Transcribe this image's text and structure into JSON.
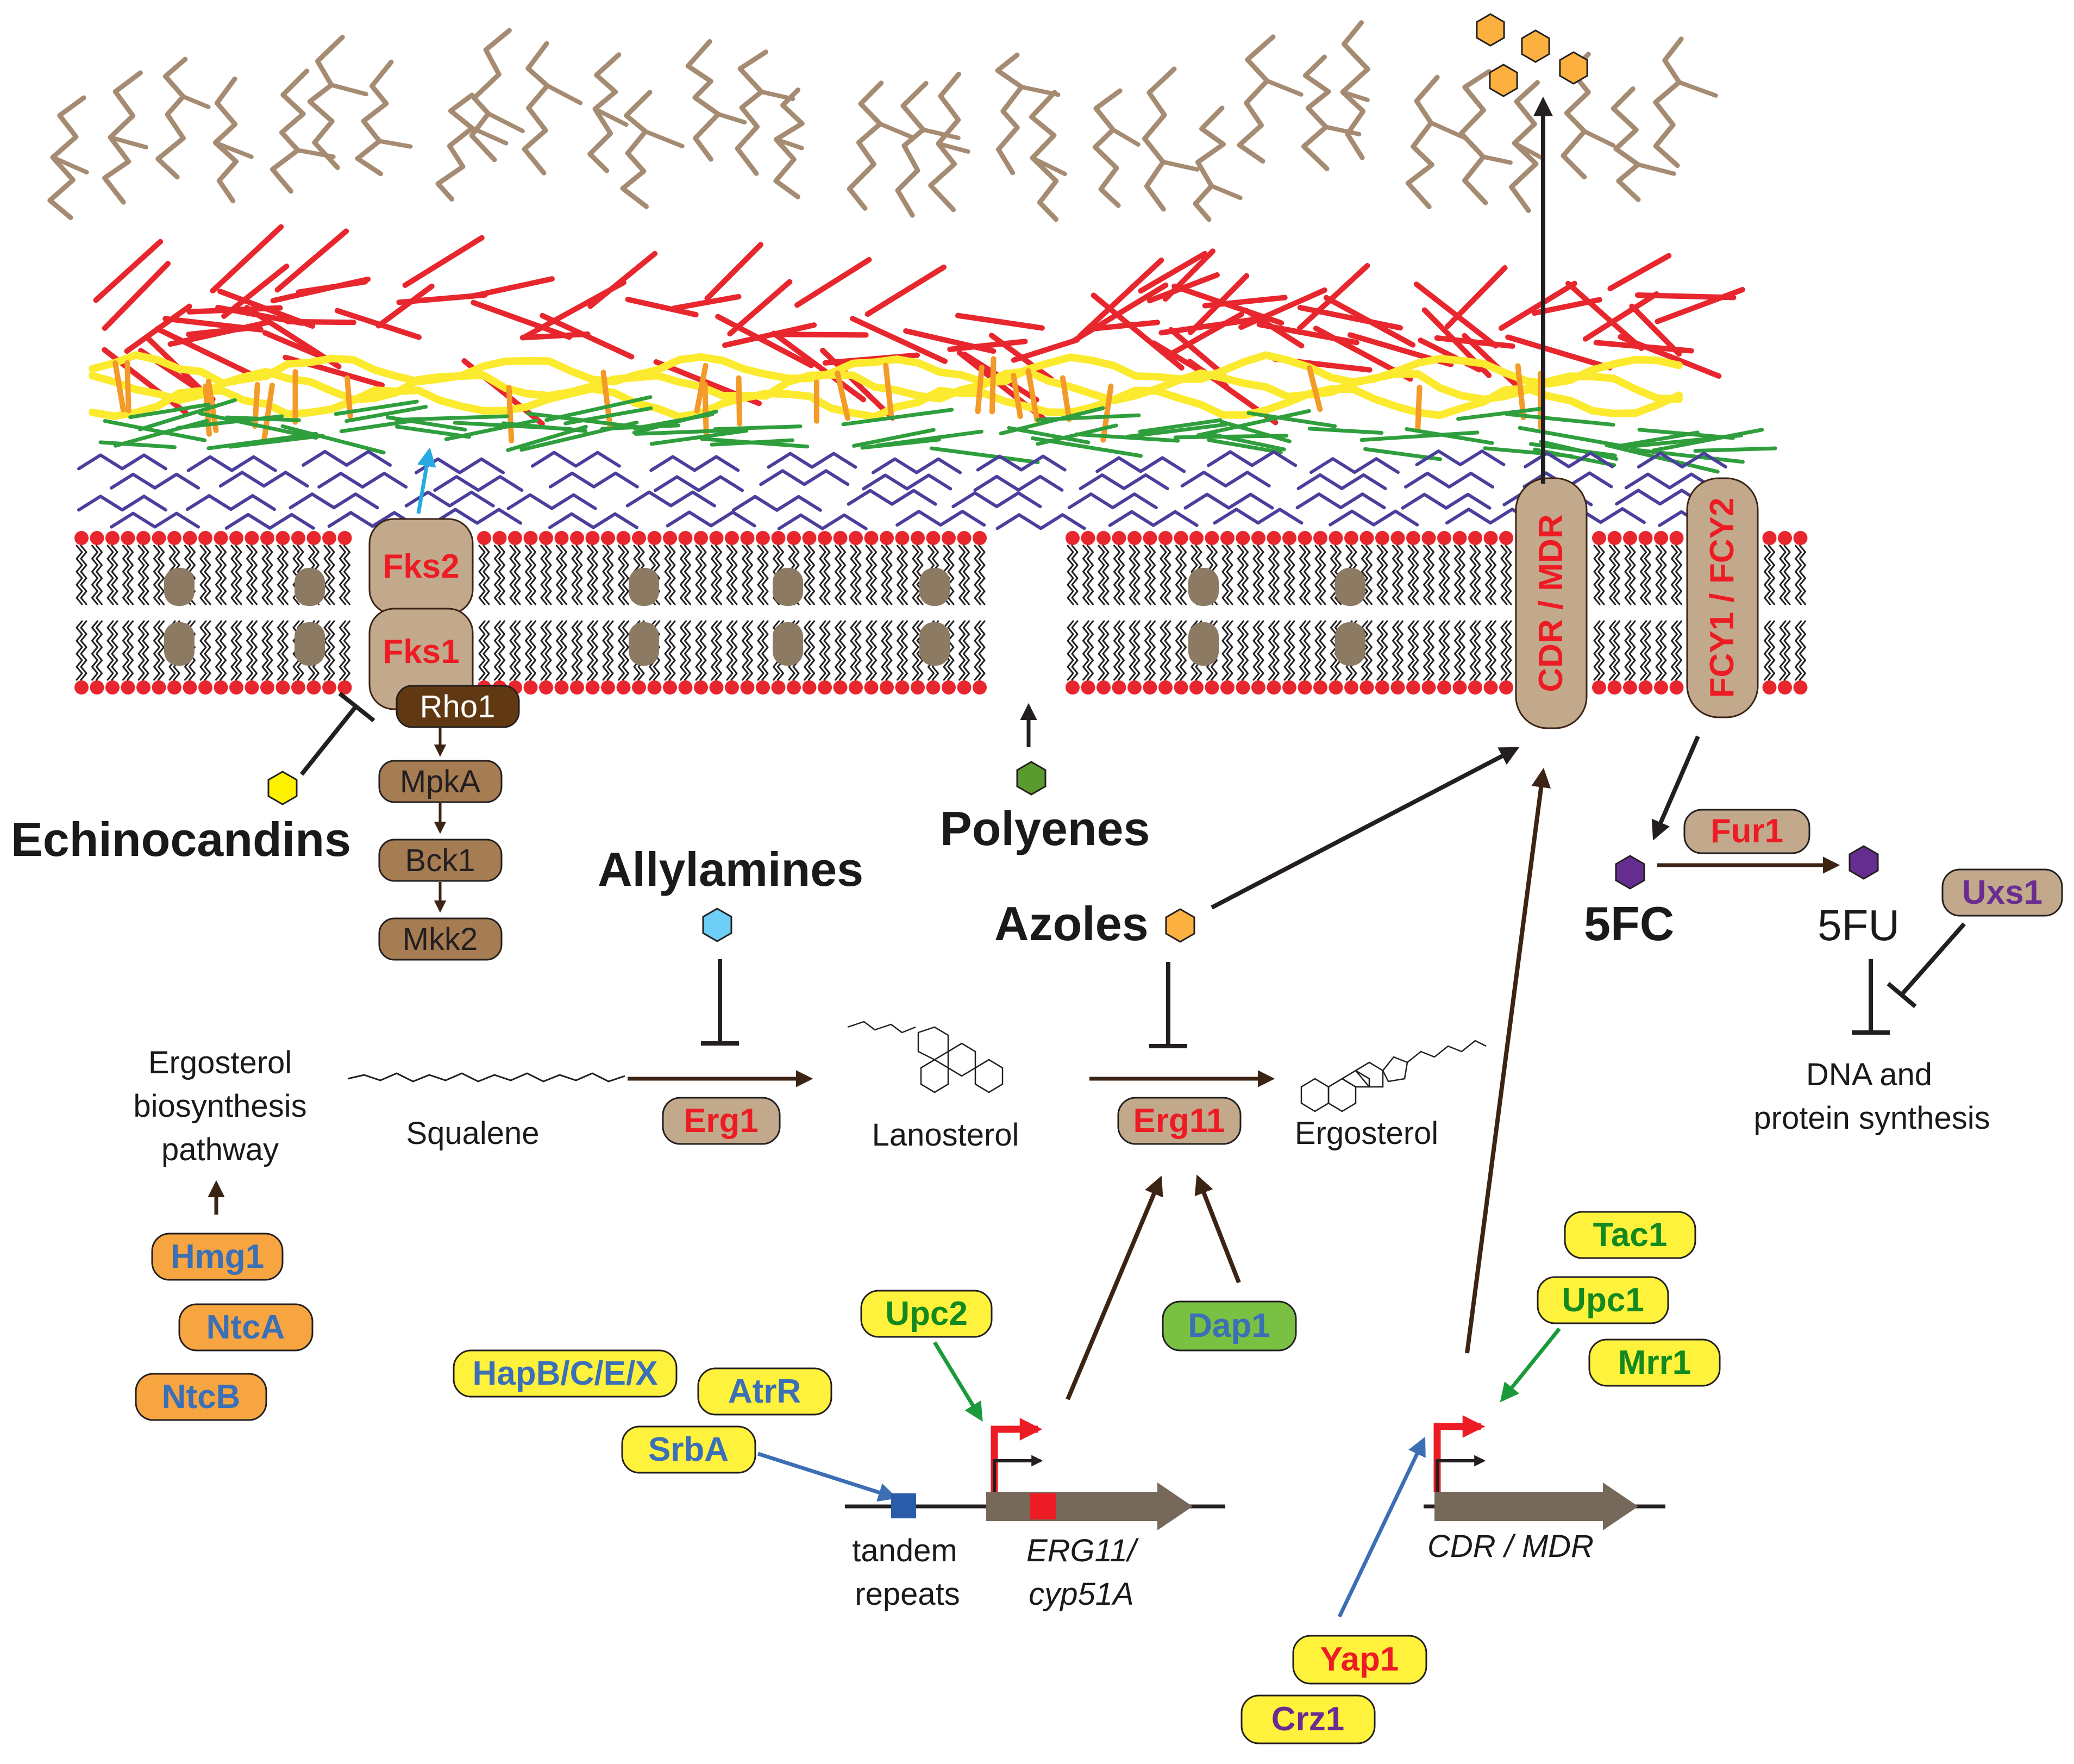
{
  "colors": {
    "red_text": "#ed1c24",
    "blue_text": "#3b6fb6",
    "green_text": "#13891f",
    "purple_text": "#6a2c91",
    "dark_text": "#231f20",
    "tan_pill": "#c2a98b",
    "brown_pill": "#a67c52",
    "dark_brown_pill": "#603913",
    "orange_pill": "#f7a541",
    "yellow_pill": "#fff23d",
    "green_pill": "#7ac143",
    "cell_wall_brown": "#a68b73",
    "chitin_red": "#e8262d",
    "glucan_yellow": "#fcea2f",
    "mannan_orange": "#f39a28",
    "glucan_green": "#2f9e3c",
    "wall_inner_purple": "#4a3f9c",
    "lipid_head_red": "#e8262d",
    "membrane_protein": "#8c7a63",
    "arrow_dark": "#231f20",
    "arrow_brown": "#3c2415",
    "arrow_green": "#1a9a3b",
    "arrow_blue": "#3c6eb4",
    "arrow_cyan": "#27aae1",
    "drug_yellow": "#fff200",
    "drug_green": "#5a9b2f",
    "drug_cyan": "#6dcff6",
    "drug_orange": "#fbb040",
    "drug_purple": "#662d91",
    "promoter_red": "#ed1c24",
    "gene_arrow": "#76695c",
    "tandem_box": "#2a5caa"
  },
  "membrane": {
    "fks2": "Fks2",
    "fks1": "Fks1",
    "cdr_mdr": "CDR / MDR",
    "fcy": "FCY1 / FCY2"
  },
  "signaling": [
    "Rho1",
    "MpkA",
    "Bck1",
    "Mkk2"
  ],
  "drugs": {
    "echinocandins": "Echinocandins",
    "polyenes": "Polyenes",
    "allylamines": "Allylamines",
    "azoles": "Azoles"
  },
  "pathway": {
    "title_lines": [
      "Ergosterol",
      "biosynthesis",
      "pathway"
    ],
    "squalene": "Squalene",
    "lanosterol": "Lanosterol",
    "ergosterol": "Ergosterol",
    "erg1": "Erg1",
    "erg11": "Erg11"
  },
  "flucytosine": {
    "fur1": "Fur1",
    "five_fc": "5FC",
    "five_fu": "5FU",
    "uxs1": "Uxs1",
    "target_lines": [
      "DNA and",
      "protein synthesis"
    ]
  },
  "regulators": {
    "hmg1": "Hmg1",
    "ntca": "NtcA",
    "ntcb": "NtcB",
    "upc2": "Upc2",
    "hapb": "HapB/C/E/X",
    "atrr": "AtrR",
    "srba": "SrbA",
    "dap1": "Dap1",
    "tac1": "Tac1",
    "upc1": "Upc1",
    "mrr1": "Mrr1",
    "yap1": "Yap1",
    "crz1": "Crz1"
  },
  "genes": {
    "tandem_lines": [
      "tandem",
      "repeats"
    ],
    "erg11_lines": [
      "ERG11/",
      "cyp51A"
    ],
    "cdr_mdr": "CDR / MDR"
  }
}
